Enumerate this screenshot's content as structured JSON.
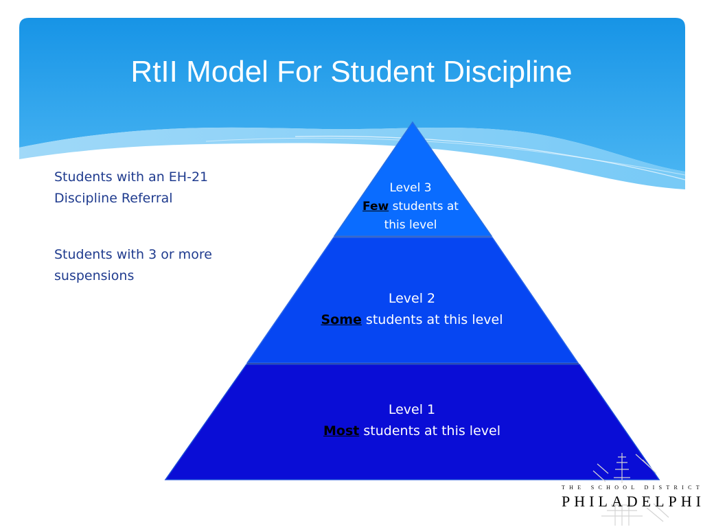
{
  "title": "RtII Model For Student Discipline",
  "notes": [
    "Students with an EH-21 Discipline Referral",
    "Students with 3 or more suspensions"
  ],
  "levels": {
    "level3": {
      "name": "Level 3",
      "emphasis": "Few",
      "rest": " students at this level",
      "color": "#0a6cff"
    },
    "level2": {
      "name": "Level 2",
      "emphasis": "Some",
      "rest": " students at this level",
      "color": "#0646f2"
    },
    "level1": {
      "name": "Level 1",
      "emphasis": "Most",
      "rest": " students at this level",
      "color": "#0a0dd6"
    }
  },
  "logo": {
    "top_line": "THE SCHOOL DISTRICT OF",
    "name": "PHILADELPHIA"
  },
  "colors": {
    "header": "#2fa0ec",
    "text": "#1f3b8e"
  }
}
